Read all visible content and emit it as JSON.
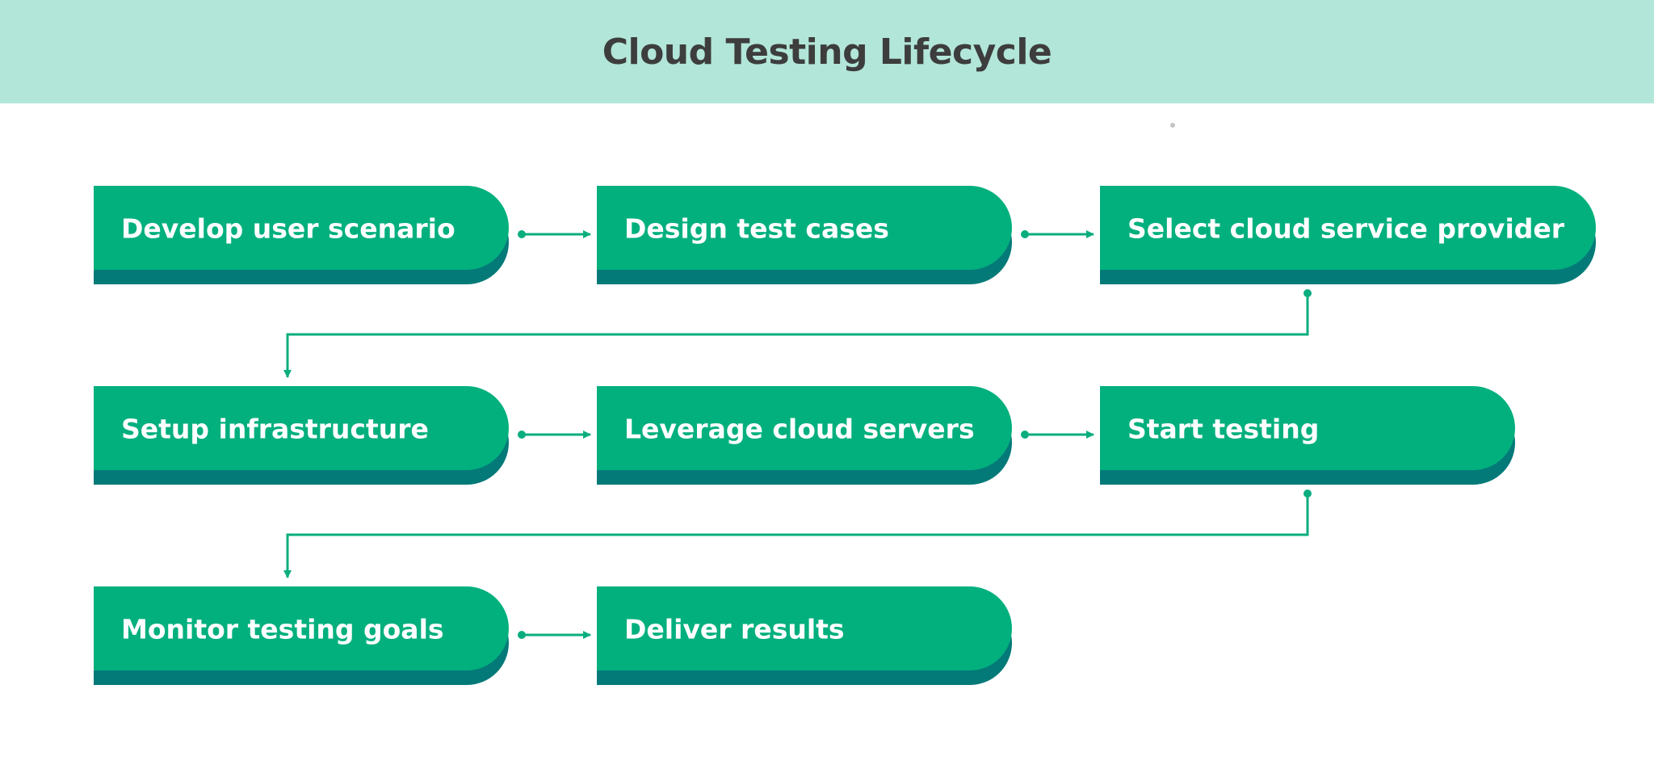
{
  "title": "Cloud Testing Lifecycle",
  "colors": {
    "header_bg": "#b2e6d8",
    "step_fill": "#02b07e",
    "step_shadow": "#037a78",
    "connector": "#0aae7e",
    "title_text": "#3d3d3d",
    "step_text": "#ffffff"
  },
  "steps": [
    {
      "label": "Develop user scenario"
    },
    {
      "label": "Design test cases"
    },
    {
      "label": "Select cloud service provider"
    },
    {
      "label": "Setup infrastructure"
    },
    {
      "label": "Leverage cloud servers"
    },
    {
      "label": "Start testing"
    },
    {
      "label": "Monitor testing goals"
    },
    {
      "label": "Deliver results"
    }
  ]
}
